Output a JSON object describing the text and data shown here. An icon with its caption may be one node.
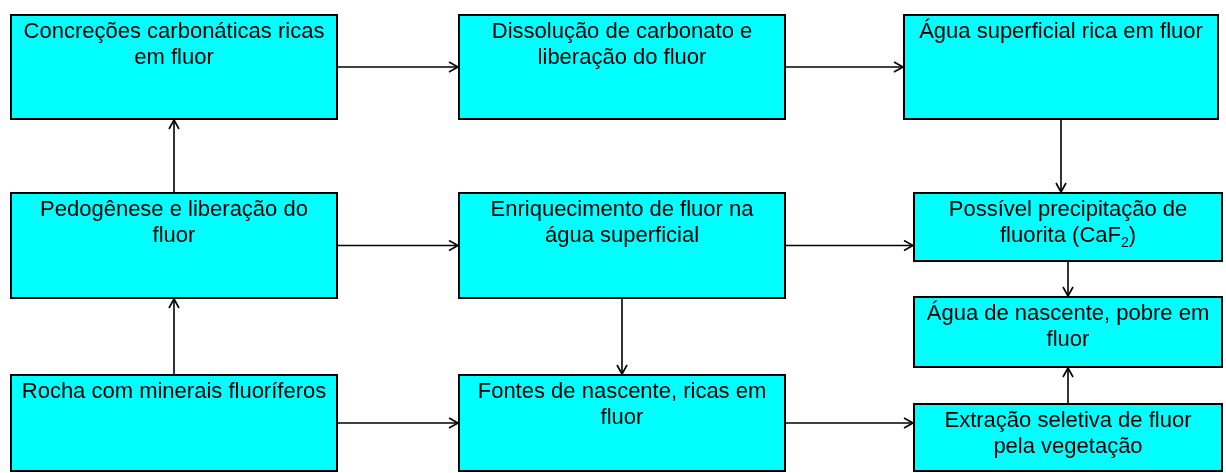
{
  "diagram": {
    "nodes": [
      {
        "text": [
          "Concreções carbonáticas ricas em fluor"
        ]
      },
      {
        "text": [
          "Dissolução de carbonato e liberação do fluor"
        ]
      },
      {
        "text": [
          "Água superficial rica em fluor"
        ]
      },
      {
        "text": [
          "Pedogênese e liberação do fluor"
        ]
      },
      {
        "text": [
          "Enriquecimento de fluor na água superficial"
        ]
      },
      {
        "text": [
          "Possível precipitação de fluorita (CaF$_{2}$)"
        ]
      },
      {
        "text": [
          "Rocha com minerais fluoríferos"
        ]
      },
      {
        "text": [
          "Fontes de nascente, ricas em fluor"
        ]
      },
      {
        "text": [
          "Água de nascente, pobre em fluor"
        ]
      },
      {
        "text": [
          "Extração seletiva de fluor pela vegetação"
        ]
      }
    ],
    "edges": [
      {
        "from": 0,
        "to": 1,
        "arrow": "to"
      },
      {
        "from": 1,
        "to": 2,
        "arrow": "to"
      },
      {
        "from": 2,
        "to": 5,
        "arrow": "to"
      },
      {
        "from": 3,
        "to": 0,
        "arrow": "to"
      },
      {
        "from": 3,
        "to": 4,
        "arrow": "to"
      },
      {
        "from": 4,
        "to": 5,
        "arrow": "to"
      },
      {
        "from": 4,
        "to": 7,
        "arrow": "to"
      },
      {
        "from": 5,
        "to": 8,
        "arrow": "to"
      },
      {
        "from": 6,
        "to": 3,
        "arrow": "to"
      },
      {
        "from": 6,
        "to": 7,
        "arrow": "to"
      },
      {
        "from": 7,
        "to": 9,
        "arrow": "to"
      },
      {
        "from": 9,
        "to": 8,
        "arrow": "to"
      }
    ]
  }
}
